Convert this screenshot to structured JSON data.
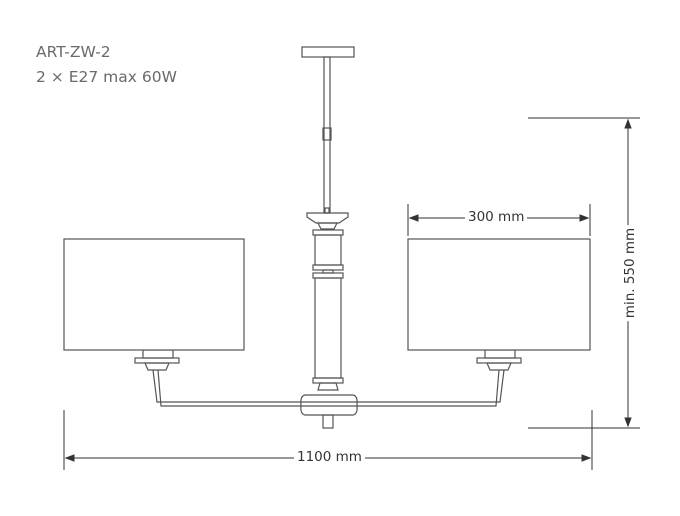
{
  "title": {
    "model": "ART-ZW-2",
    "spec": "2 × E27 max 60W"
  },
  "dimensions": {
    "shade_width": "300 mm",
    "height": "min. 550 mm",
    "total_width": "1100 mm"
  },
  "colors": {
    "line": "#555555",
    "dim": "#333333",
    "text": "#6a6a6a"
  }
}
